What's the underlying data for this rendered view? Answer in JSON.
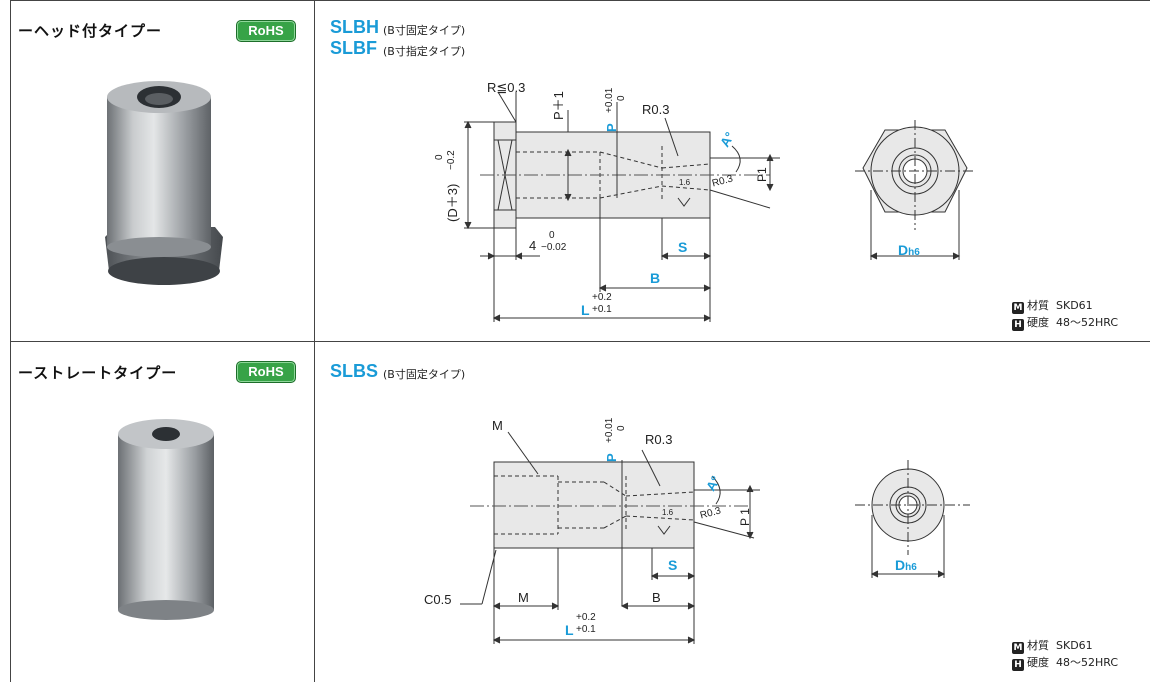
{
  "sections": [
    {
      "title": "ーヘッド付タイプー",
      "rohs": "RoHS",
      "models": [
        {
          "code": "SLBH",
          "note": "(B寸固定タイプ)"
        },
        {
          "code": "SLBF",
          "note": "(B寸指定タイプ)"
        }
      ],
      "dims": {
        "r": "R≦0.3",
        "p1": "P＋1",
        "p": "P",
        "p_tol_upper": "+0.01",
        "p_tol_lower": "0",
        "r03": "R0.3",
        "a": "A°",
        "r03b": "R0.3",
        "rough": "1.6",
        "p1sub": "P1",
        "d3": "(D＋3)",
        "d3_tol_upper": "0",
        "d3_tol_lower": "−0.2",
        "head": "4",
        "head_tol_upper": "0",
        "head_tol_lower": "−0.02",
        "s": "S",
        "b": "B",
        "l": "L",
        "l_tol_upper": "+0.2",
        "l_tol_lower": "+0.1",
        "d": "D",
        "d_tol": "h6"
      },
      "spec": {
        "material_badge": "M",
        "material_label": "材質",
        "material_value": "SKD61",
        "hardness_badge": "H",
        "hardness_label": "硬度",
        "hardness_value": "48〜52HRC"
      }
    },
    {
      "title": "ーストレートタイプー",
      "rohs": "RoHS",
      "models": [
        {
          "code": "SLBS",
          "note": "(B寸固定タイプ)"
        }
      ],
      "dims": {
        "m_top": "M",
        "p": "P",
        "p_tol_upper": "+0.01",
        "p_tol_lower": "0",
        "r03": "R0.3",
        "a": "A°",
        "r03b": "R0.3",
        "rough": "1.6",
        "p1": "P 1",
        "c05": "C0.5",
        "m": "M",
        "b": "B",
        "s": "S",
        "l": "L",
        "l_tol_upper": "+0.2",
        "l_tol_lower": "+0.1",
        "d": "D",
        "d_tol": "h6"
      },
      "spec": {
        "material_badge": "M",
        "material_label": "材質",
        "material_value": "SKD61",
        "hardness_badge": "H",
        "hardness_label": "硬度",
        "hardness_value": "48〜52HRC"
      }
    }
  ],
  "colors": {
    "accent": "#1a9bd7",
    "rohs": "#37a347",
    "line": "#444444"
  }
}
